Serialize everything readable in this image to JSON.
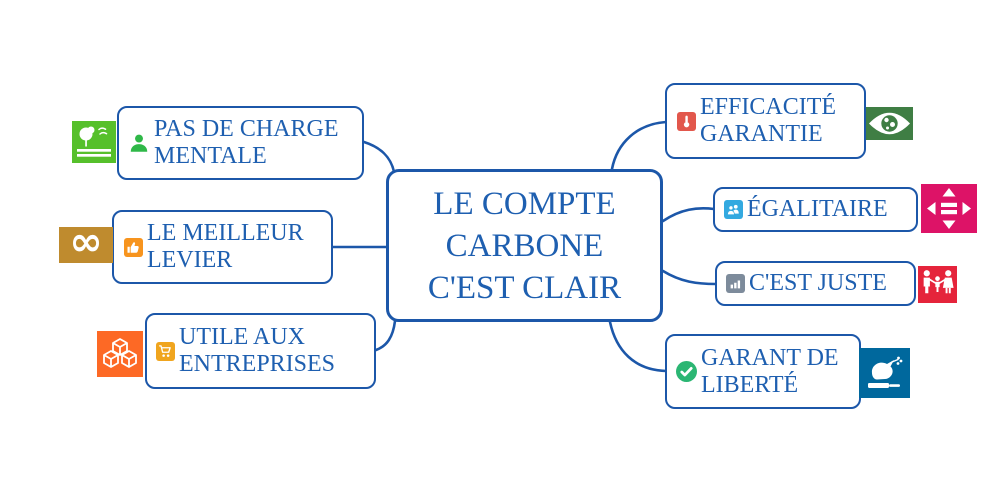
{
  "diagram": {
    "type": "mindmap",
    "center": {
      "lines": [
        "LE COMPTE",
        "CARBONE",
        "C'EST CLAIR"
      ]
    },
    "nodes": [
      {
        "side": "left",
        "lines": [
          "PAS DE CHARGE",
          "MENTALE"
        ],
        "inline_icon": "person-icon",
        "inline_icon_color": "#2FB848",
        "badge_icon": "sdg-life-on-land-icon",
        "badge_color": "#56C02B"
      },
      {
        "side": "left",
        "lines": [
          "LE MEILLEUR",
          "LEVIER"
        ],
        "inline_icon": "thumbs-up-icon",
        "inline_icon_color": "#F7941E",
        "badge_icon": "sdg-responsible-consumption-icon",
        "badge_color": "#BF8B2E",
        "badge_glyph": "∞"
      },
      {
        "side": "left",
        "lines": [
          "UTILE AUX",
          "ENTREPRISES"
        ],
        "inline_icon": "shopping-cart-icon",
        "inline_icon_color": "#F0A51E",
        "badge_icon": "sdg-industry-innovation-icon",
        "badge_color": "#FD6925"
      },
      {
        "side": "right",
        "lines": [
          "EFFICACITÉ",
          "GARANTIE"
        ],
        "inline_icon": "thermometer-icon",
        "inline_icon_color": "#E2574C",
        "badge_icon": "sdg-climate-action-icon",
        "badge_color": "#3F7E44"
      },
      {
        "side": "right",
        "lines": [
          "ÉGALITAIRE"
        ],
        "inline_icon": "people-icon",
        "inline_icon_color": "#33A9E0",
        "badge_icon": "sdg-reduced-inequalities-icon",
        "badge_color": "#DD1367"
      },
      {
        "side": "right",
        "lines": [
          "C'EST JUSTE"
        ],
        "inline_icon": "bar-chart-icon",
        "inline_icon_color": "#7D8B9B",
        "badge_icon": "sdg-no-poverty-icon",
        "badge_color": "#E5243B"
      },
      {
        "side": "right",
        "lines": [
          "GARANT DE",
          "LIBERTÉ"
        ],
        "inline_icon": "check-circle-icon",
        "inline_icon_color": "#2BB673",
        "badge_icon": "sdg-peace-justice-icon",
        "badge_color": "#00689D"
      }
    ],
    "colors": {
      "node_border": "#1C57A9",
      "node_text": "#1E5FB0",
      "connector": "#1C57A9",
      "background": "#FFFFFF"
    }
  }
}
